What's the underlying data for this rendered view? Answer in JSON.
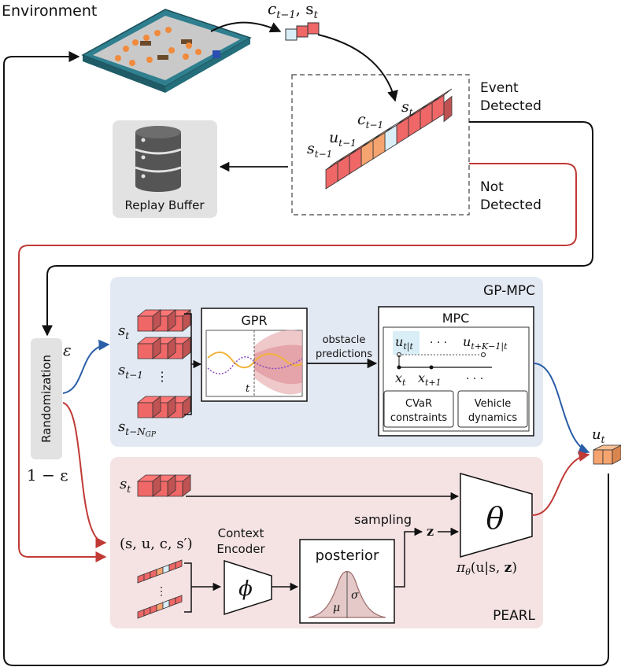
{
  "environment": {
    "label": "Environment"
  },
  "observation": {
    "label": "c",
    "label_sub": "t−1",
    "label_rest": ", s",
    "label_rest_sub": "t"
  },
  "event": {
    "detected_line1": "Event",
    "detected_line2": "Detected",
    "not_line1": "Not",
    "not_line2": "Detected"
  },
  "event_vector": {
    "s": "s",
    "s_sub": "t",
    "c": "c",
    "c_sub": "t−1",
    "u": "u",
    "u_sub": "t−1",
    "sp": "s",
    "sp_sub": "t−1"
  },
  "replay_buffer": {
    "label": "Replay Buffer"
  },
  "randomization": {
    "label": "Randomization",
    "eps": "ε",
    "one_minus_eps": "1 − ε"
  },
  "gp_mpc": {
    "title": "GP-MPC",
    "state_labels": [
      {
        "main": "s",
        "sub": "t"
      },
      {
        "main": "s",
        "sub": "t−1"
      },
      {
        "main": "s",
        "sub": "t−N",
        "subsub": "GP"
      }
    ],
    "vdots": "⋮",
    "gpr": {
      "title": "GPR",
      "t_label": "t"
    },
    "obstacle_line1": "obstacle",
    "obstacle_line2": "predictions",
    "mpc": {
      "title": "MPC",
      "u_first": "u",
      "u_first_sub": "t|t",
      "dots": "· · ·",
      "u_last": "u",
      "u_last_sub": "t+K−1|t",
      "x_first": "x",
      "x_first_sub": "t",
      "x_next": "x",
      "x_next_sub": "t+1",
      "cvar_line1": "CVaR",
      "cvar_line2": "constraints",
      "veh_line1": "Vehicle",
      "veh_line2": "dynamics"
    }
  },
  "output": {
    "u": "u",
    "u_sub": "t"
  },
  "pearl": {
    "title": "PEARL",
    "state": {
      "main": "s",
      "sub": "t"
    },
    "tuple": "(s, u, c, s′)",
    "vdots": "⋮",
    "encoder_line1": "Context",
    "encoder_line2": "Encoder",
    "phi": "ϕ",
    "posterior": {
      "title": "posterior",
      "mu": "μ",
      "sigma": "σ"
    },
    "sampling": "sampling",
    "z": "z",
    "theta": "θ",
    "policy": "π",
    "policy_sub": "θ",
    "policy_rest": "(u|s, ",
    "policy_z": "z",
    "policy_close": ")"
  },
  "colors": {
    "blue": "#2b5ea7",
    "red": "#c03a36",
    "black": "#111111",
    "gpmpc_bg": "#e3e9f3",
    "pearl_bg": "#f5e3e4",
    "cube_red": "#ef6767",
    "cube_orange": "#f5a46f",
    "cube_blue": "#d9eef7"
  }
}
